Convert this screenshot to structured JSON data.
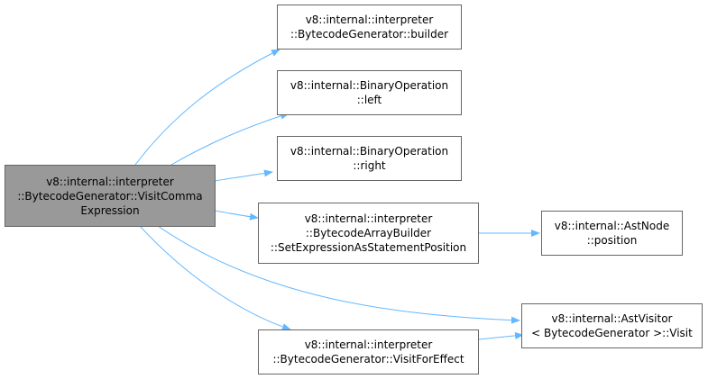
{
  "colors": {
    "edge": "#63b8ff",
    "node_border": "#666666",
    "root_fill": "#999999",
    "node_fill": "#ffffff"
  },
  "nodes": {
    "root": {
      "lines": [
        "v8::internal::interpreter",
        "::BytecodeGenerator::VisitComma",
        "Expression"
      ]
    },
    "builder": {
      "lines": [
        "v8::internal::interpreter",
        "::BytecodeGenerator::builder"
      ]
    },
    "left": {
      "lines": [
        "v8::internal::BinaryOperation",
        "::left"
      ]
    },
    "right": {
      "lines": [
        "v8::internal::BinaryOperation",
        "::right"
      ]
    },
    "set_expr": {
      "lines": [
        "v8::internal::interpreter",
        "::BytecodeArrayBuilder",
        "::SetExpressionAsStatementPosition"
      ]
    },
    "position": {
      "lines": [
        "v8::internal::AstNode",
        "::position"
      ]
    },
    "visit_effect": {
      "lines": [
        "v8::internal::interpreter",
        "::BytecodeGenerator::VisitForEffect"
      ]
    },
    "visit": {
      "lines": [
        "v8::internal::AstVisitor",
        "< BytecodeGenerator >::Visit"
      ]
    }
  }
}
